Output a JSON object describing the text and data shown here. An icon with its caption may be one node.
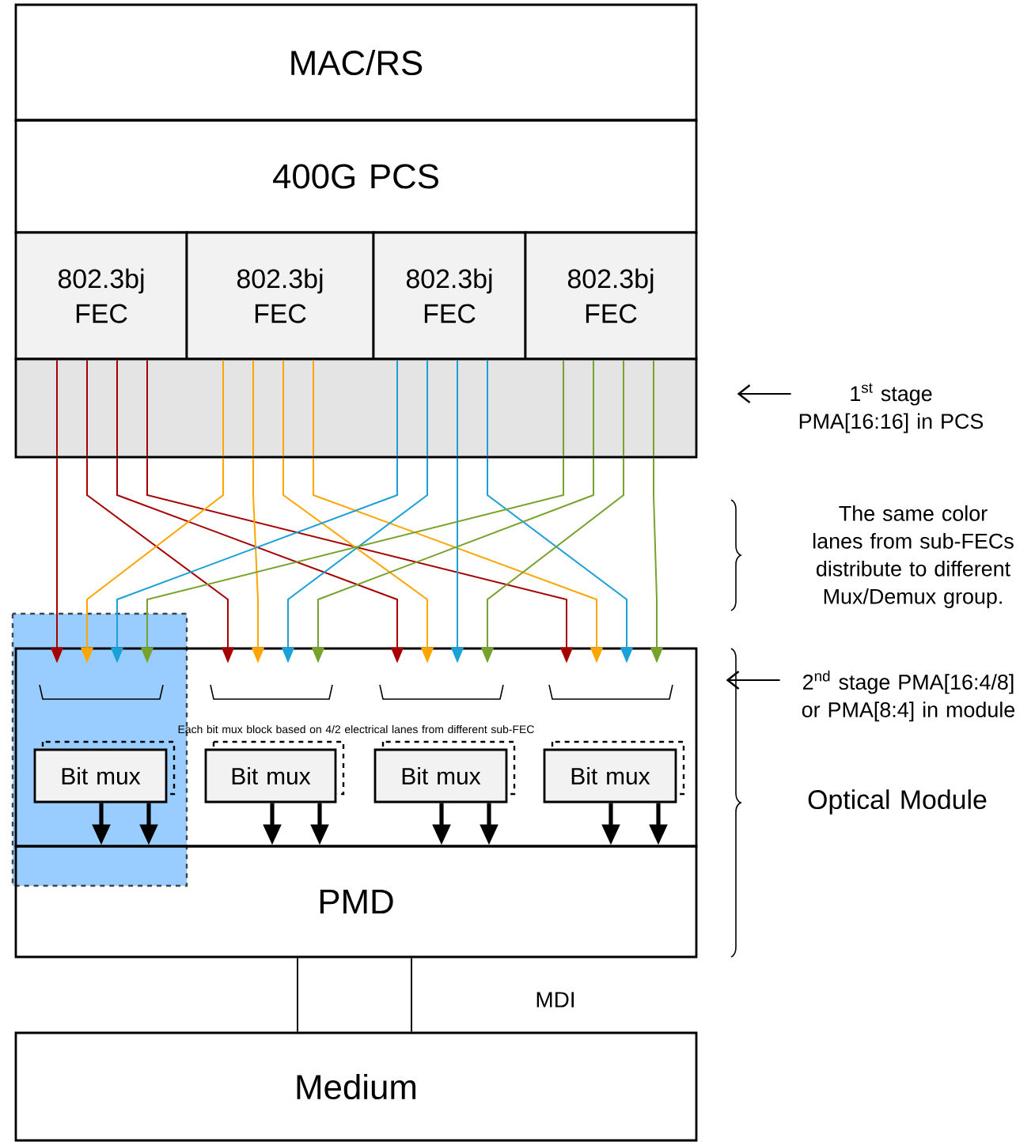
{
  "diagram": {
    "nodes": [
      {
        "text": [
          "MAC/RS"
        ]
      },
      {
        "text": [
          "400G PCS"
        ]
      },
      {
        "text": [
          "802.3bj FEC"
        ]
      },
      {
        "text": [
          "802.3bj FEC"
        ]
      },
      {
        "text": [
          "802.3bj FEC"
        ]
      },
      {
        "text": [
          "802.3bj FEC"
        ]
      },
      {
        "text": [],
        "shape": "box"
      },
      {
        "text": [
          "1$^{st}$ stage PMA[16:16] in PCS"
        ]
      },
      {
        "text": [],
        "shape": "box"
      },
      {
        "text": [
          "Bit mux"
        ],
        "in": 8
      },
      {
        "text": [
          "Bit mux"
        ],
        "in": 8
      },
      {
        "text": [
          "Bit mux"
        ],
        "in": 8
      },
      {
        "text": [
          "Bit mux"
        ],
        "in": 8
      },
      {
        "text": [
          "2$^{nd}$ stage PMA[16:4/8] or PMA[8:4] in module"
        ]
      },
      {
        "text": [
          "PMD"
        ]
      },
      {
        "text": [
          "Medium"
        ]
      }
    ],
    "edges": [
      {
        "from": 6,
        "to": 8,
        "arrow": "to",
        "color": "#a50000"
      },
      {
        "from": 6,
        "to": 8,
        "arrow": "to",
        "color": "#a50000"
      },
      {
        "from": 6,
        "to": 8,
        "arrow": "to",
        "color": "#a50000"
      },
      {
        "from": 6,
        "to": 8,
        "arrow": "to",
        "color": "#a50000"
      },
      {
        "from": 6,
        "to": 8,
        "arrow": "to",
        "color": "#ffa500"
      },
      {
        "from": 6,
        "to": 8,
        "arrow": "to",
        "color": "#ffa500"
      },
      {
        "from": 6,
        "to": 8,
        "arrow": "to",
        "color": "#ffa500"
      },
      {
        "from": 6,
        "to": 8,
        "arrow": "to",
        "color": "#ffa500"
      },
      {
        "from": 6,
        "to": 8,
        "arrow": "to",
        "color": "#1ba1d8"
      },
      {
        "from": 6,
        "to": 8,
        "arrow": "to",
        "color": "#1ba1d8"
      },
      {
        "from": 6,
        "to": 8,
        "arrow": "to",
        "color": "#1ba1d8"
      },
      {
        "from": 6,
        "to": 8,
        "arrow": "to",
        "color": "#1ba1d8"
      },
      {
        "from": 6,
        "to": 8,
        "arrow": "to",
        "color": "#77a22c"
      },
      {
        "from": 6,
        "to": 8,
        "arrow": "to",
        "color": "#77a22c"
      },
      {
        "from": 6,
        "to": 8,
        "arrow": "to",
        "color": "#77a22c"
      },
      {
        "from": 6,
        "to": 8,
        "arrow": "to",
        "color": "#77a22c"
      },
      {
        "from": 9,
        "to": 14,
        "arrow": "to",
        "style": "thick"
      },
      {
        "from": 9,
        "to": 14,
        "arrow": "to",
        "style": "thick"
      },
      {
        "from": 10,
        "to": 14,
        "arrow": "to",
        "style": "thick"
      },
      {
        "from": 10,
        "to": 14,
        "arrow": "to",
        "style": "thick"
      },
      {
        "from": 11,
        "to": 14,
        "arrow": "to",
        "style": "thick"
      },
      {
        "from": 11,
        "to": 14,
        "arrow": "to",
        "style": "thick"
      },
      {
        "from": 12,
        "to": 14,
        "arrow": "to",
        "style": "thick"
      },
      {
        "from": 12,
        "to": 14,
        "arrow": "to",
        "style": "thick"
      },
      {
        "from": 7,
        "to": null,
        "arrow": "to"
      },
      {
        "from": 13,
        "to": null,
        "arrow": "to"
      },
      {
        "from": 14,
        "to": 15,
        "arrow": "none"
      },
      {
        "from": 14,
        "to": 15,
        "arrow": "none"
      }
    ],
    "labels": [
      "The same color lanes from sub-FECs distribute to different Mux/Demux group.",
      "Each bit mux block based on 4/2 electrical lanes from different sub-FEC",
      "Optical Module",
      "MDI"
    ]
  }
}
